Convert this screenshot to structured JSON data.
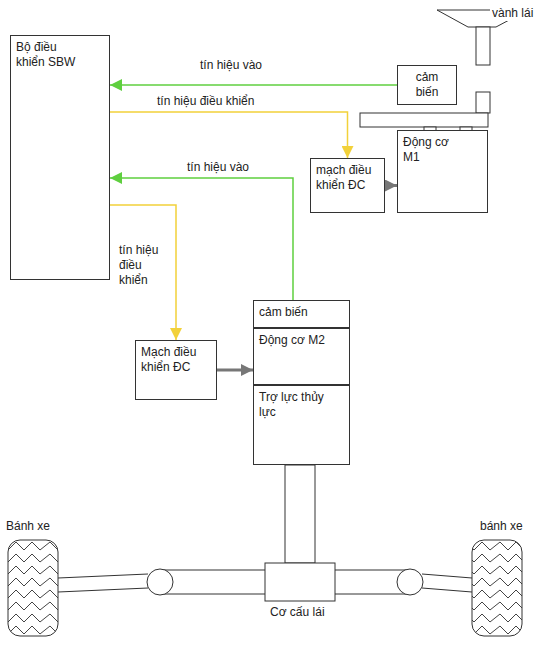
{
  "diagram": {
    "nodes": [
      {
        "text": [
          "Bộ điều khiển SBW"
        ]
      },
      {
        "text": [
          "cảm biến"
        ]
      },
      {
        "text": [
          "mạch điều khiển ĐC"
        ]
      },
      {
        "text": [
          "Động cơ M1"
        ]
      },
      {
        "text": [
          "cảm biến"
        ]
      },
      {
        "text": [
          "Mạch điều khiển ĐC"
        ]
      },
      {
        "text": [
          "Động cơ M2"
        ]
      },
      {
        "text": [
          "Trợ lực thủy lực"
        ]
      }
    ],
    "edges": [
      {
        "from": 1,
        "to": 0,
        "label": "tín hiệu vào",
        "arrow": "to"
      },
      {
        "from": 0,
        "to": 2,
        "label": "tín hiệu điều khiển",
        "arrow": "to"
      },
      {
        "from": 2,
        "to": 3,
        "arrow": "to"
      },
      {
        "from": 4,
        "to": 0,
        "label": "tín hiệu vào",
        "arrow": "to"
      },
      {
        "from": 0,
        "to": 5,
        "label": "tín hiệu điều khiển",
        "arrow": "to"
      },
      {
        "from": 5,
        "to": 6,
        "arrow": "to"
      }
    ],
    "labels": [
      "vành lái",
      "Bánh xe",
      "bánh xe",
      "Cơ cấu lái"
    ]
  }
}
